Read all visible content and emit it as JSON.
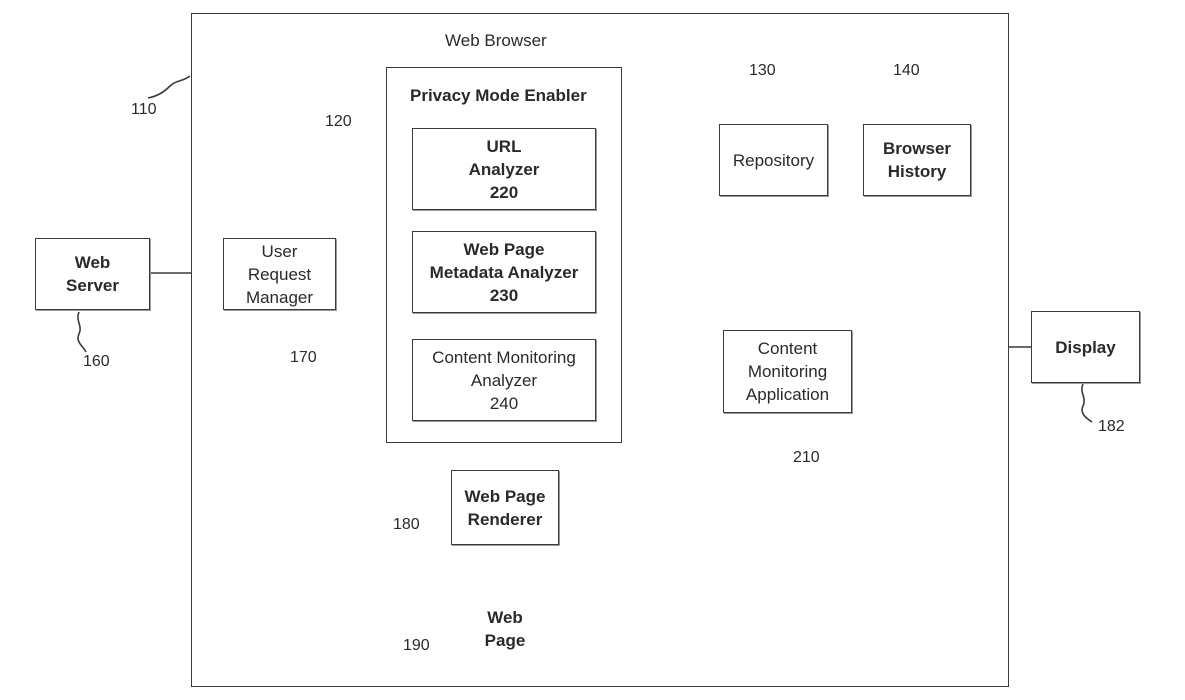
{
  "browser": {
    "title": "Web Browser",
    "ref": "110"
  },
  "privacy": {
    "title": "Privacy Mode Enabler",
    "ref": "120"
  },
  "url_analyzer": {
    "line1": "URL",
    "line2": "Analyzer",
    "line3": "220"
  },
  "metadata_analyzer": {
    "line1": "Web Page",
    "line2": "Metadata Analyzer",
    "line3": "230"
  },
  "content_analyzer": {
    "line1": "Content Monitoring",
    "line2": "Analyzer",
    "line3": "240"
  },
  "repository": {
    "label": "Repository",
    "ref": "130"
  },
  "history": {
    "line1": "Browser",
    "line2": "History",
    "ref": "140"
  },
  "web_server": {
    "line1": "Web",
    "line2": "Server",
    "ref": "160"
  },
  "request_manager": {
    "line1": "User",
    "line2": "Request",
    "line3": "Manager",
    "ref": "170"
  },
  "content_app": {
    "line1": "Content",
    "line2": "Monitoring",
    "line3": "Application",
    "ref": "210"
  },
  "display": {
    "label": "Display",
    "ref": "182"
  },
  "renderer": {
    "line1": "Web Page",
    "line2": "Renderer",
    "ref": "180"
  },
  "web_page": {
    "line1": "Web",
    "line2": "Page",
    "ref": "190"
  }
}
